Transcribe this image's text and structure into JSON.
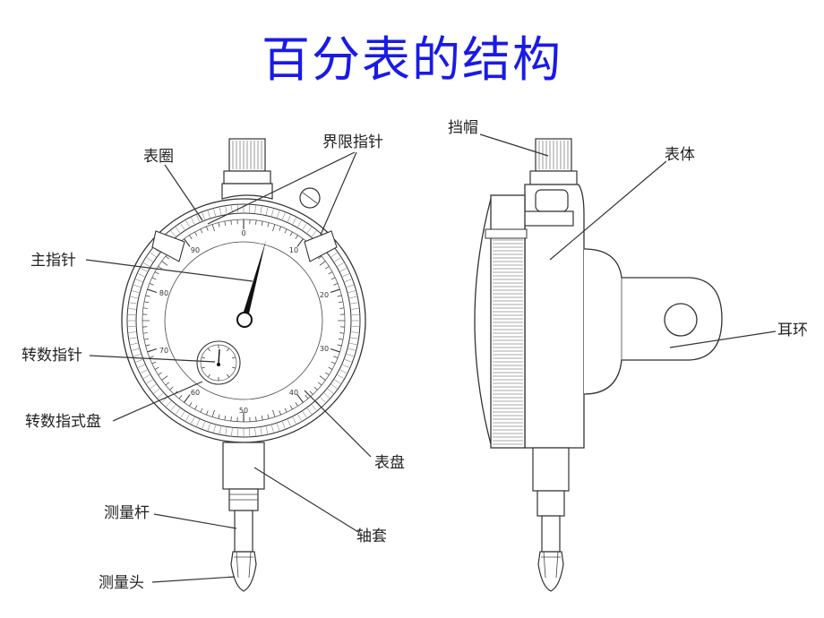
{
  "title": "百分表的结构",
  "labels": {
    "bezel": "表圈",
    "limit_pointer": "界限指针",
    "main_pointer": "主指针",
    "rev_pointer": "转数指针",
    "rev_dial": "转数指式盘",
    "dial": "表盘",
    "spindle_sleeve": "轴套",
    "measuring_rod": "测量杆",
    "measuring_head": "测量头",
    "cap": "挡帽",
    "body": "表体",
    "lug": "耳环"
  },
  "dial_numbers": [
    "0",
    "10",
    "20",
    "30",
    "40",
    "50",
    "60",
    "70",
    "80",
    "90"
  ]
}
